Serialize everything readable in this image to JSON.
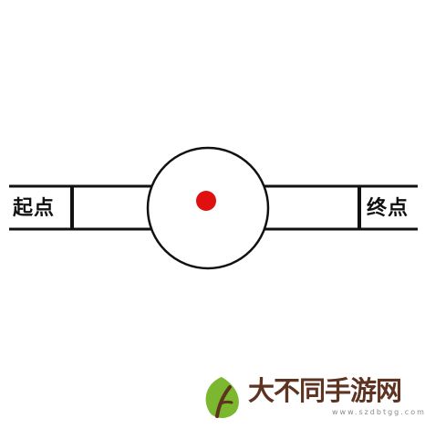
{
  "labels": {
    "start": "起点",
    "end": "终点"
  },
  "colors": {
    "ball": "#e01010",
    "line": "#111111",
    "watermark_text": "#5d3321",
    "watermark_leaf": "#7cb82f"
  },
  "watermark": {
    "brand": "大不同手游网",
    "url": "www.szdbtgg.com"
  }
}
